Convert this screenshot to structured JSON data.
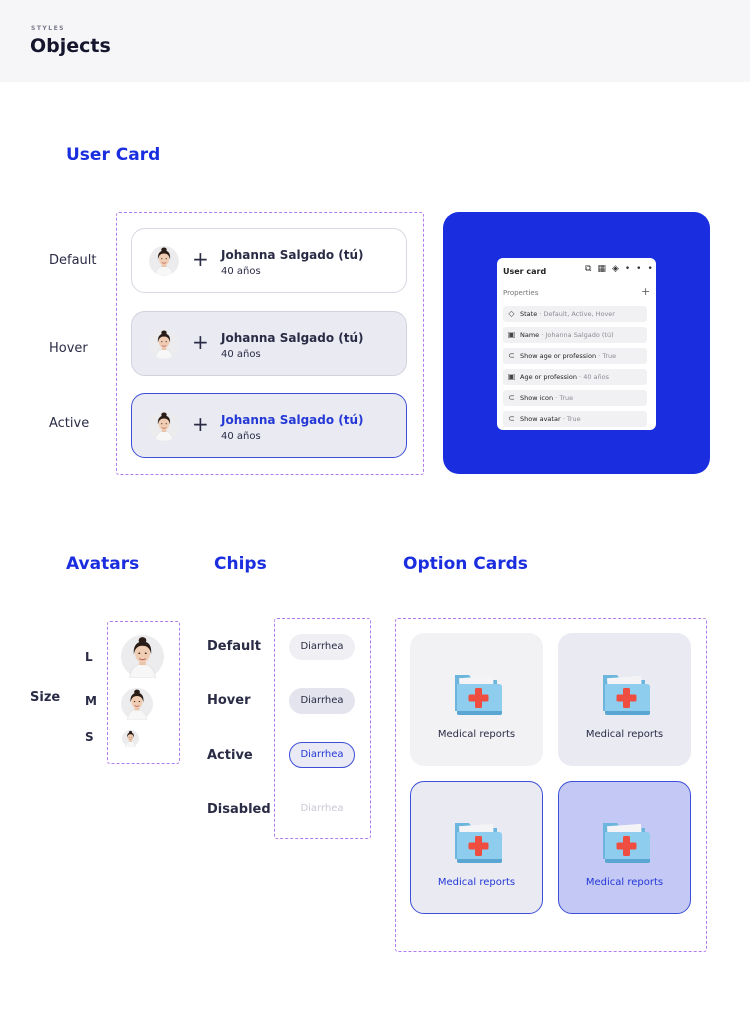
{
  "header": {
    "eyebrow": "STYLES",
    "title": "Objects"
  },
  "user_card_section": {
    "title": "User Card",
    "states": [
      {
        "label": "Default",
        "name": "Johanna Salgado (tú)",
        "age": "40 años"
      },
      {
        "label": "Hover",
        "name": "Johanna Salgado (tú)",
        "age": "40 años"
      },
      {
        "label": "Active",
        "name": "Johanna Salgado (tú)",
        "age": "40 años"
      }
    ],
    "plus_symbol": "+",
    "properties_panel": {
      "title": "User card",
      "subtitle": "Properties",
      "add_symbol": "+",
      "rows": [
        {
          "icon": "variant-diamond-icon",
          "label": "State",
          "value": "Default, Active, Hover"
        },
        {
          "icon": "text-property-icon",
          "label": "Name",
          "value": "Johanna Salgado (tú)"
        },
        {
          "icon": "toggle-icon",
          "label": "Show age or profession",
          "value": "True"
        },
        {
          "icon": "text-property-icon",
          "label": "Age or profession",
          "value": "40 años"
        },
        {
          "icon": "toggle-icon",
          "label": "Show icon",
          "value": "True"
        },
        {
          "icon": "toggle-icon",
          "label": "Show avatar",
          "value": "True"
        }
      ],
      "separator": "·",
      "background_color": "#1a2ee0"
    }
  },
  "avatars_section": {
    "title": "Avatars",
    "size_label": "Size",
    "sizes": [
      "L",
      "M",
      "S"
    ]
  },
  "chips_section": {
    "title": "Chips",
    "states": [
      {
        "label": "Default",
        "chip": "Diarrhea"
      },
      {
        "label": "Hover",
        "chip": "Diarrhea"
      },
      {
        "label": "Active",
        "chip": "Diarrhea"
      },
      {
        "label": "Disabled",
        "chip": "Diarrhea"
      }
    ]
  },
  "option_cards_section": {
    "title": "Option Cards",
    "cards": [
      {
        "state": "default",
        "label": "Medical reports"
      },
      {
        "state": "hover",
        "label": "Medical reports"
      },
      {
        "state": "active",
        "label": "Medical reports"
      },
      {
        "state": "selected",
        "label": "Medical reports"
      }
    ]
  },
  "colors": {
    "accent": "#1a2ee0",
    "dashed_outline": "#b07cf0",
    "active_border": "#3d4fd9"
  }
}
